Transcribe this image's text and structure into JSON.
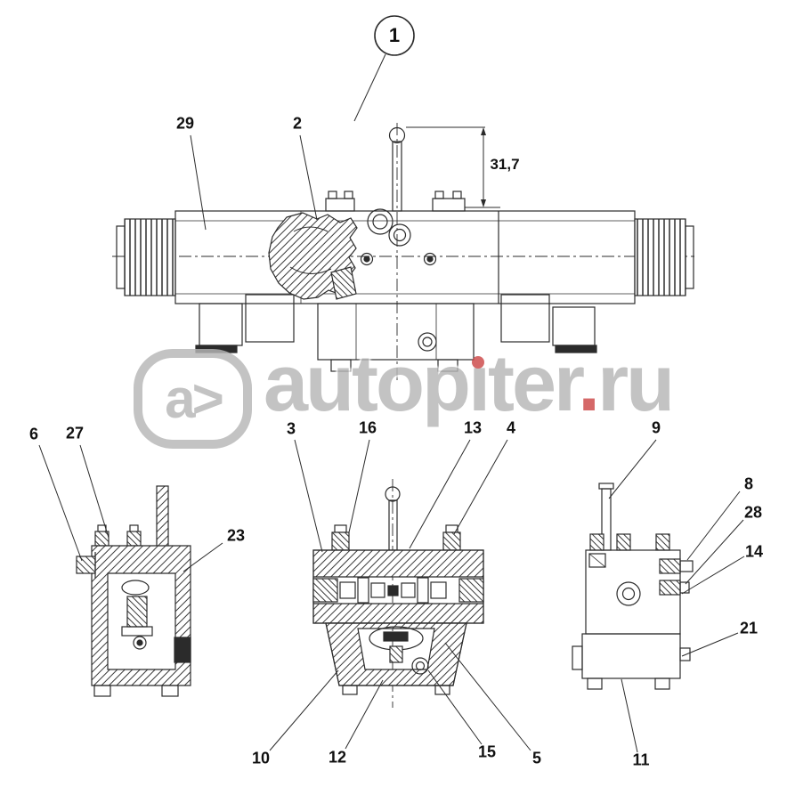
{
  "figure": {
    "number": "1",
    "dimension": "31,7"
  },
  "watermark": {
    "logo": "a>",
    "text": "autopiter.ru",
    "pre": "autop",
    "i": "ı",
    "mid": "ter",
    "dot": ".",
    "post": "ru"
  },
  "colors": {
    "line": "#2b2b2b",
    "watermark_gray": "#b7b7b7",
    "watermark_red": "#cc4848"
  },
  "callouts": {
    "c1": "1",
    "c29": "29",
    "c2": "2",
    "c6": "6",
    "c27": "27",
    "c23": "23",
    "c3": "3",
    "c16": "16",
    "c13": "13",
    "c4": "4",
    "c9": "9",
    "c8": "8",
    "c28": "28",
    "c14": "14",
    "c21": "21",
    "c11": "11",
    "c10": "10",
    "c12": "12",
    "c15": "15",
    "c5": "5"
  }
}
